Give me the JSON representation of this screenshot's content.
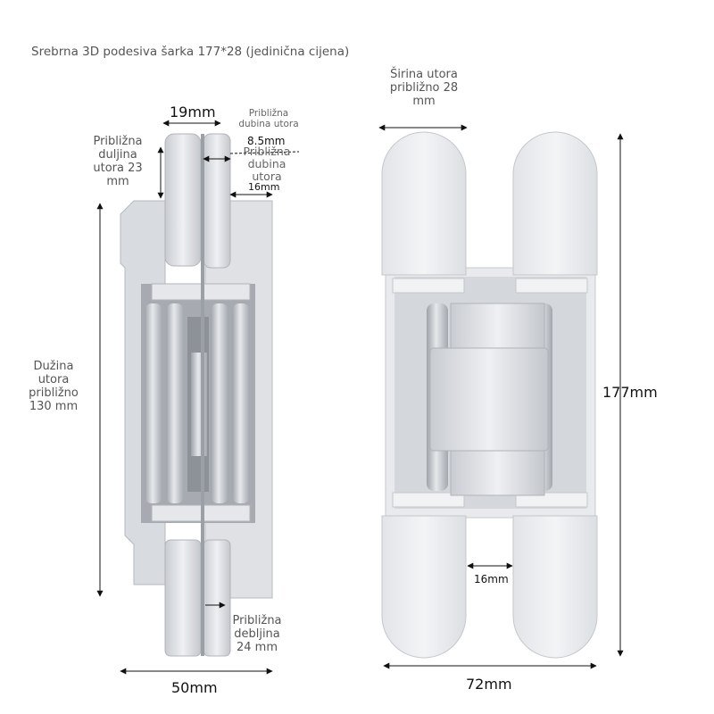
{
  "title": "Srebrna 3D podesiva šarka 177*28 (jedinična cijena)",
  "left_view": {
    "top_width": "19mm",
    "depth_small_1": "Približna",
    "depth_small_2": "dubina utora",
    "depth_small_val": "8.5mm",
    "depth_overlay_1": "Približna",
    "depth_overlay_2": "dubina",
    "depth_overlay_3": "utora",
    "depth_overlay_val": "16mm",
    "slot_len_1": "Približna",
    "slot_len_2": "duljina",
    "slot_len_3": "utora 23",
    "slot_len_4": "mm",
    "length_1": "Dužina",
    "length_2": "utora",
    "length_3": "približno",
    "length_4": "130 mm",
    "thickness_1": "Približna",
    "thickness_2": "debljina",
    "thickness_3": "24 mm",
    "bottom_width": "50mm"
  },
  "right_view": {
    "width_1": "Širina utora",
    "width_2": "približno 28",
    "width_3": "mm",
    "height": "177mm",
    "gap": "16mm",
    "bottom_width": "72mm"
  }
}
